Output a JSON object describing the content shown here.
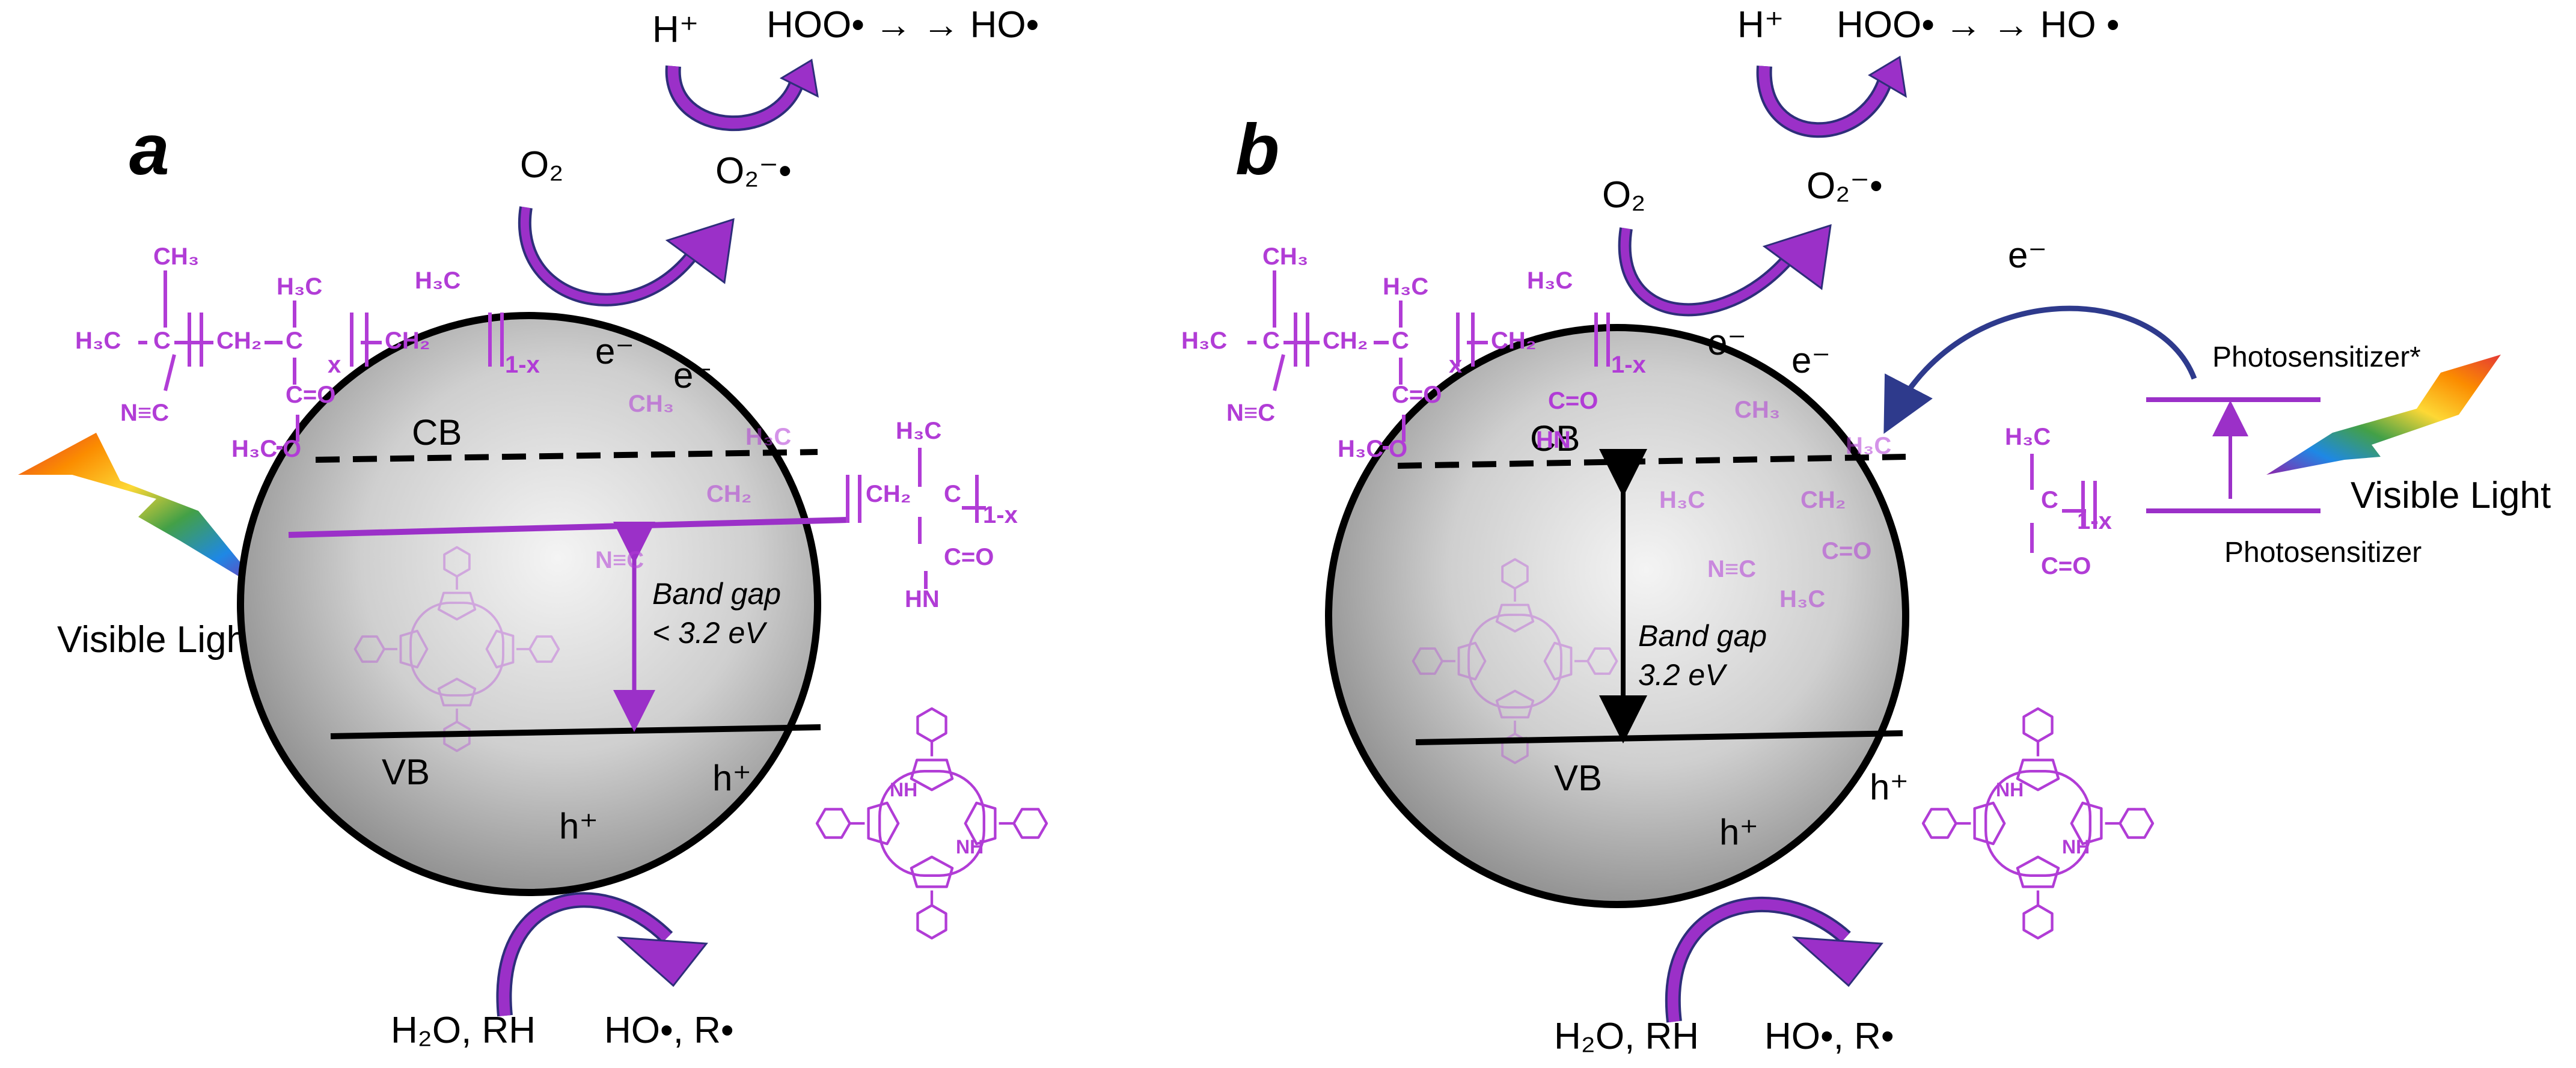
{
  "colors": {
    "purple": "#9b30c8",
    "chem_purple": "#b13cd6",
    "arrow_fill": "#9b30c8",
    "arrow_stroke": "#2e2e7a",
    "band_line": "#000000",
    "sphere_light": "#f2f2f2",
    "sphere_dark": "#8d8d8d"
  },
  "panel_a": {
    "letter": "a",
    "top_h": "H⁺",
    "top_chain": "HOO• → → HO•",
    "o2": "O₂",
    "superoxide": "O₂⁻•",
    "e1": "e⁻",
    "e2": "e⁻",
    "cb": "CB",
    "vb": "VB",
    "h1": "h⁺",
    "h2": "h⁺",
    "band_gap_line1": "Band gap",
    "band_gap_line2": "< 3.2 eV",
    "visible_light": "Visible Light",
    "bottom_left": "H₂O, RH",
    "bottom_right": "HO•, R•"
  },
  "panel_b": {
    "letter": "b",
    "top_h": "H⁺",
    "top_chain": "HOO• → → HO •",
    "o2": "O₂",
    "superoxide": "O₂⁻•",
    "e_transfer": "e⁻",
    "e1": "e⁻",
    "e2": "e⁻",
    "cb": "CB",
    "vb": "VB",
    "h1": "h⁺",
    "h2": "h⁺",
    "band_gap_line1": "Band gap",
    "band_gap_line2": "3.2 eV",
    "photosensitizer_excited": "Photosensitizer*",
    "photosensitizer": "Photosensitizer",
    "visible_light": "Visible Light",
    "bottom_left": "H₂O, RH",
    "bottom_right": "HO•, R•"
  },
  "polymer": {
    "ch3": "CH₃",
    "h3c": "H₃C",
    "c": "C",
    "ch2": "CH₂",
    "x": "x",
    "one_minus_x": "1-x",
    "nitrile": "N≡C",
    "carbonyl": "C=O",
    "o": "O",
    "methoxy": "H₃C",
    "nh": "HN",
    "ring_nh": "NH"
  }
}
